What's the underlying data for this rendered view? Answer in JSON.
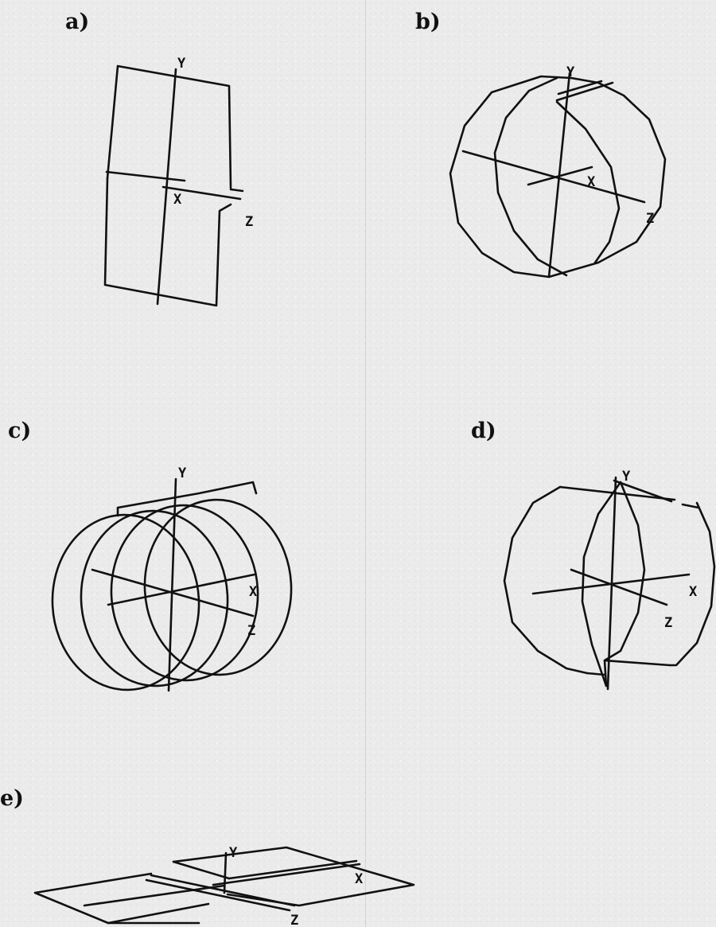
{
  "panels": [
    {
      "id": "a",
      "label": "a)",
      "axes": {
        "x": "X",
        "y": "Y",
        "z": "Z"
      }
    },
    {
      "id": "b",
      "label": "b)",
      "axes": {
        "x": "X",
        "y": "Y",
        "z": "Z"
      }
    },
    {
      "id": "c",
      "label": "c)",
      "axes": {
        "x": "X",
        "y": "Y",
        "z": "Z"
      }
    },
    {
      "id": "d",
      "label": "d)",
      "axes": {
        "x": "X",
        "y": "Y",
        "z": "Z"
      }
    },
    {
      "id": "e",
      "label": "e)",
      "axes": {
        "x": "X",
        "y": "Y",
        "z": "Z"
      }
    }
  ],
  "colors": {
    "background": "#ebebeb",
    "ink": "#111111"
  }
}
